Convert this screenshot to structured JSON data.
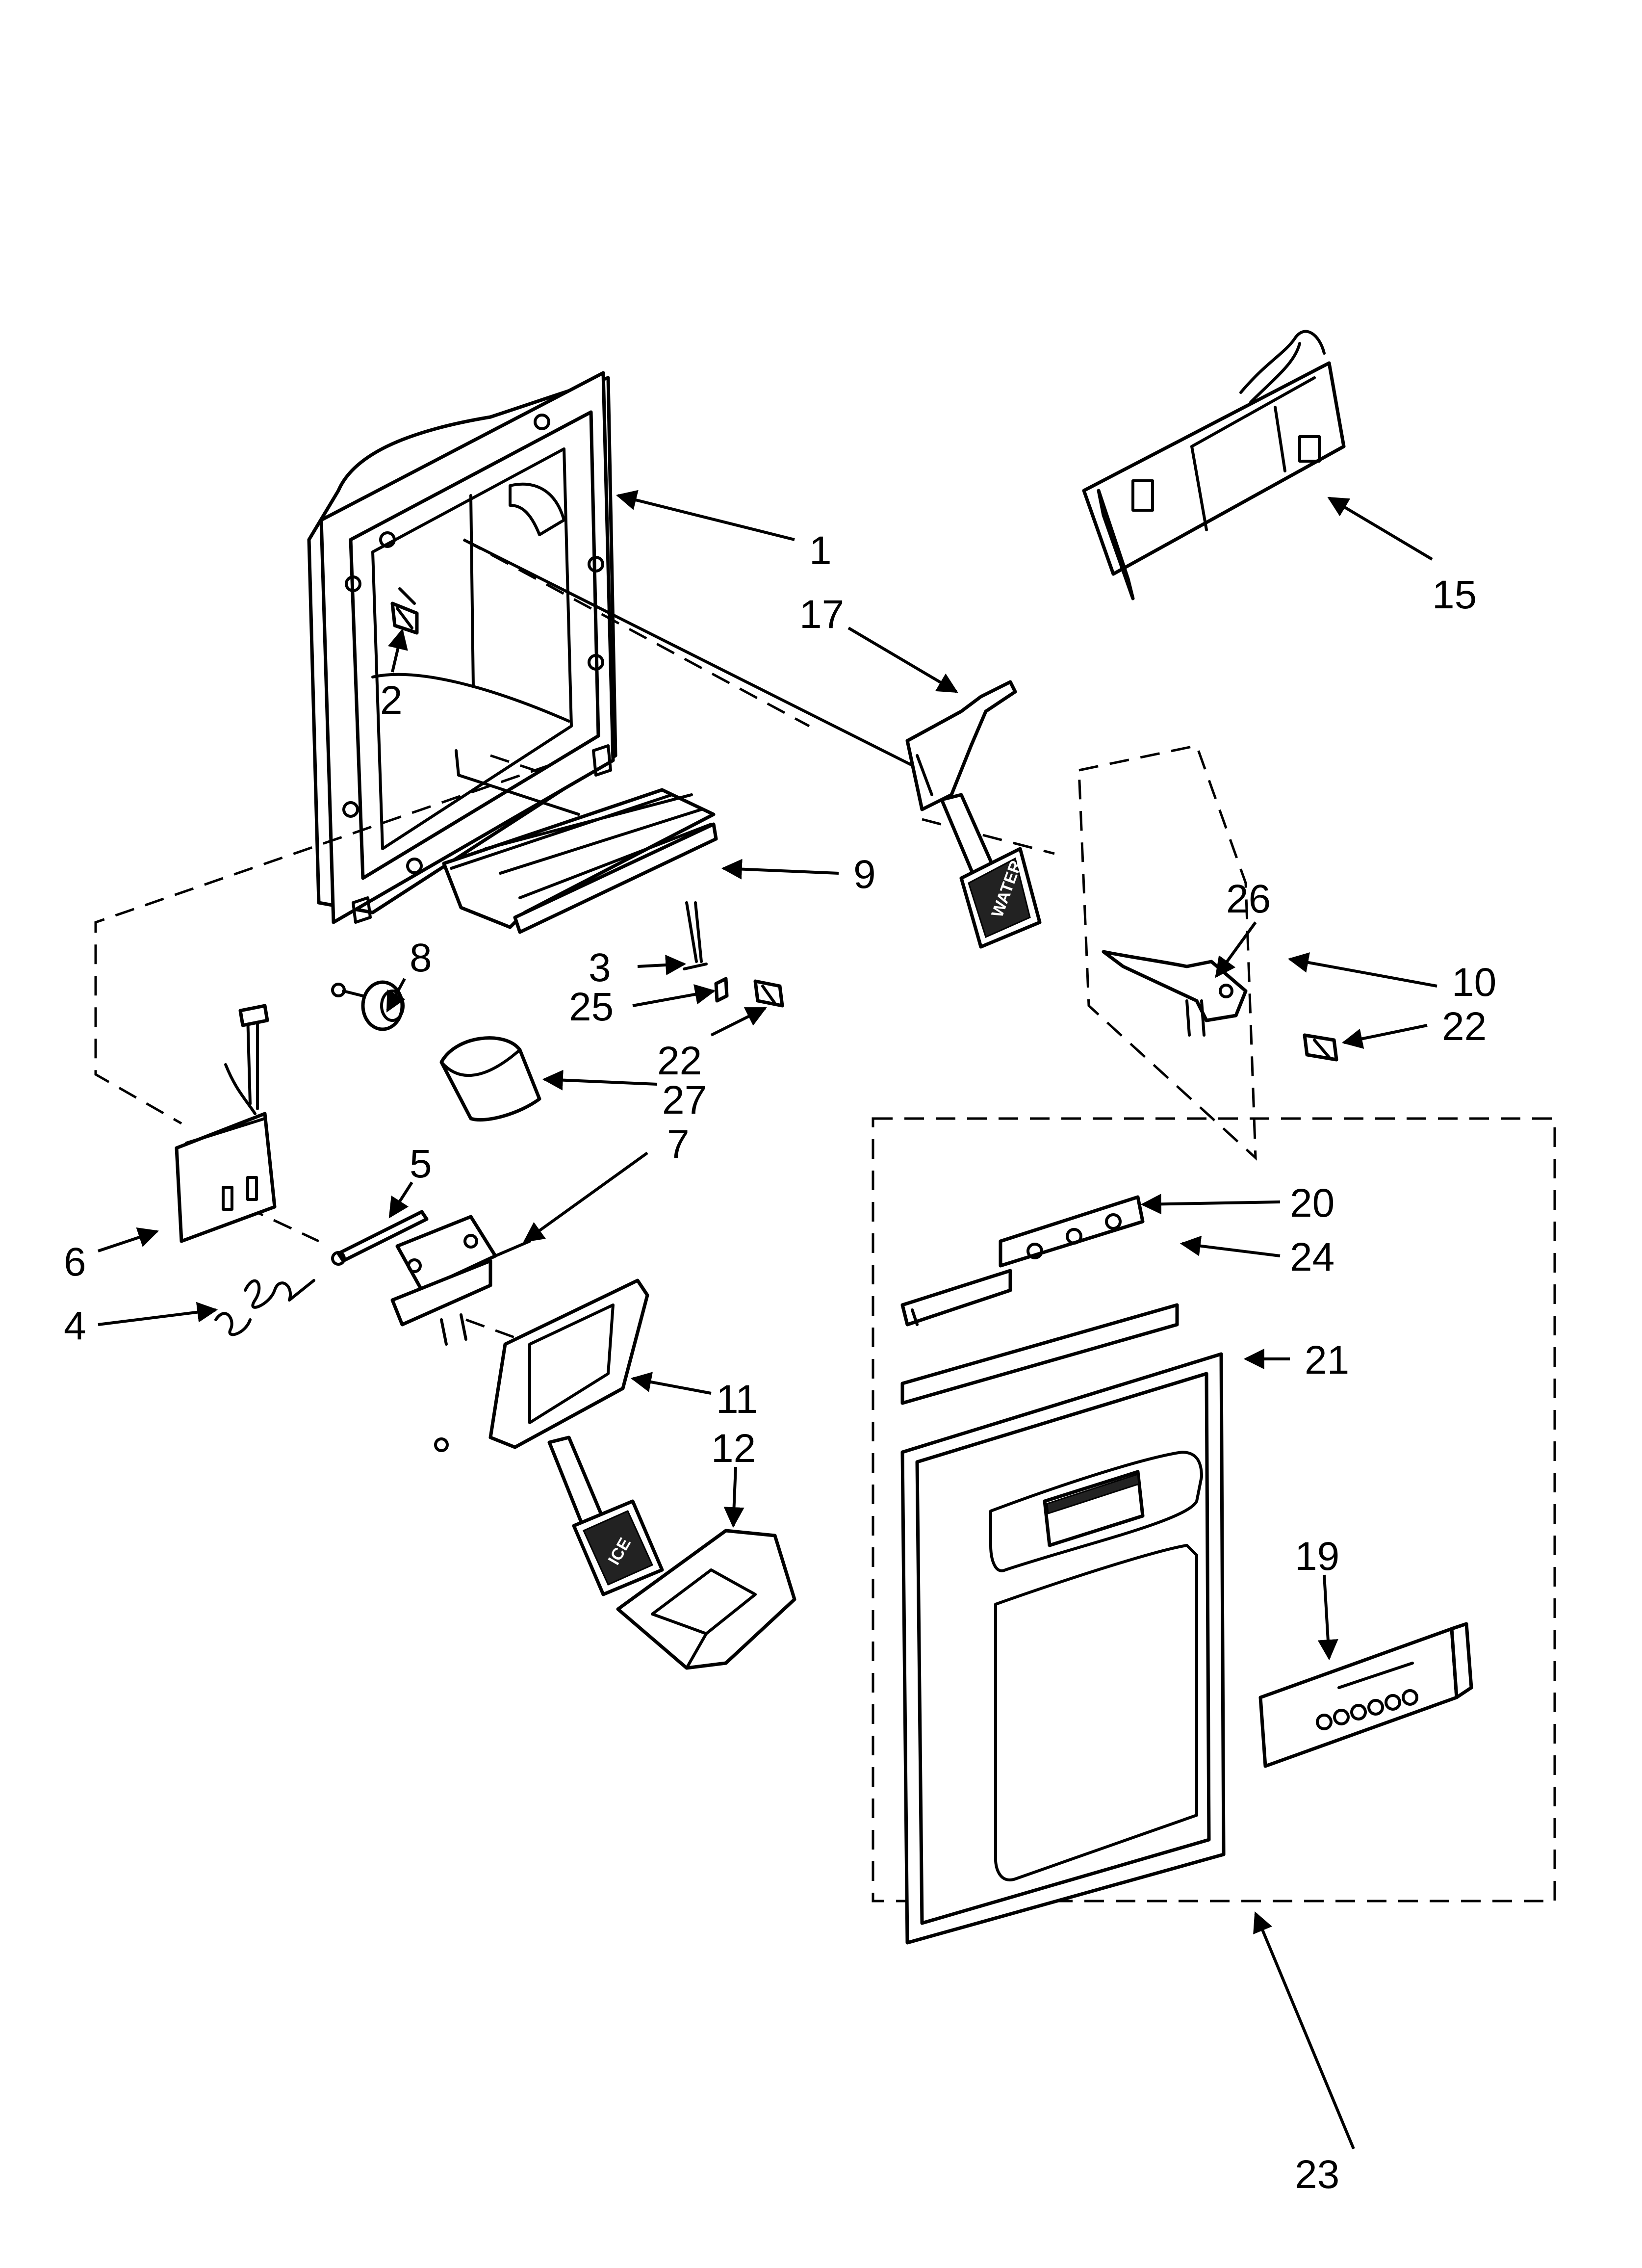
{
  "diagram": {
    "parts": {
      "p1": "1",
      "p2": "2",
      "p3": "3",
      "p4": "4",
      "p5": "5",
      "p6": "6",
      "p7": "7",
      "p8": "8",
      "p9": "9",
      "p10": "10",
      "p11": "11",
      "p12": "12",
      "p15": "15",
      "p17": "17",
      "p19": "19",
      "p20": "20",
      "p21": "21",
      "p22a": "22",
      "p22b": "22",
      "p23": "23",
      "p24": "24",
      "p25": "25",
      "p26": "26",
      "p27": "27"
    },
    "pad_text": {
      "water": "WATER",
      "ice": "ICE"
    }
  }
}
